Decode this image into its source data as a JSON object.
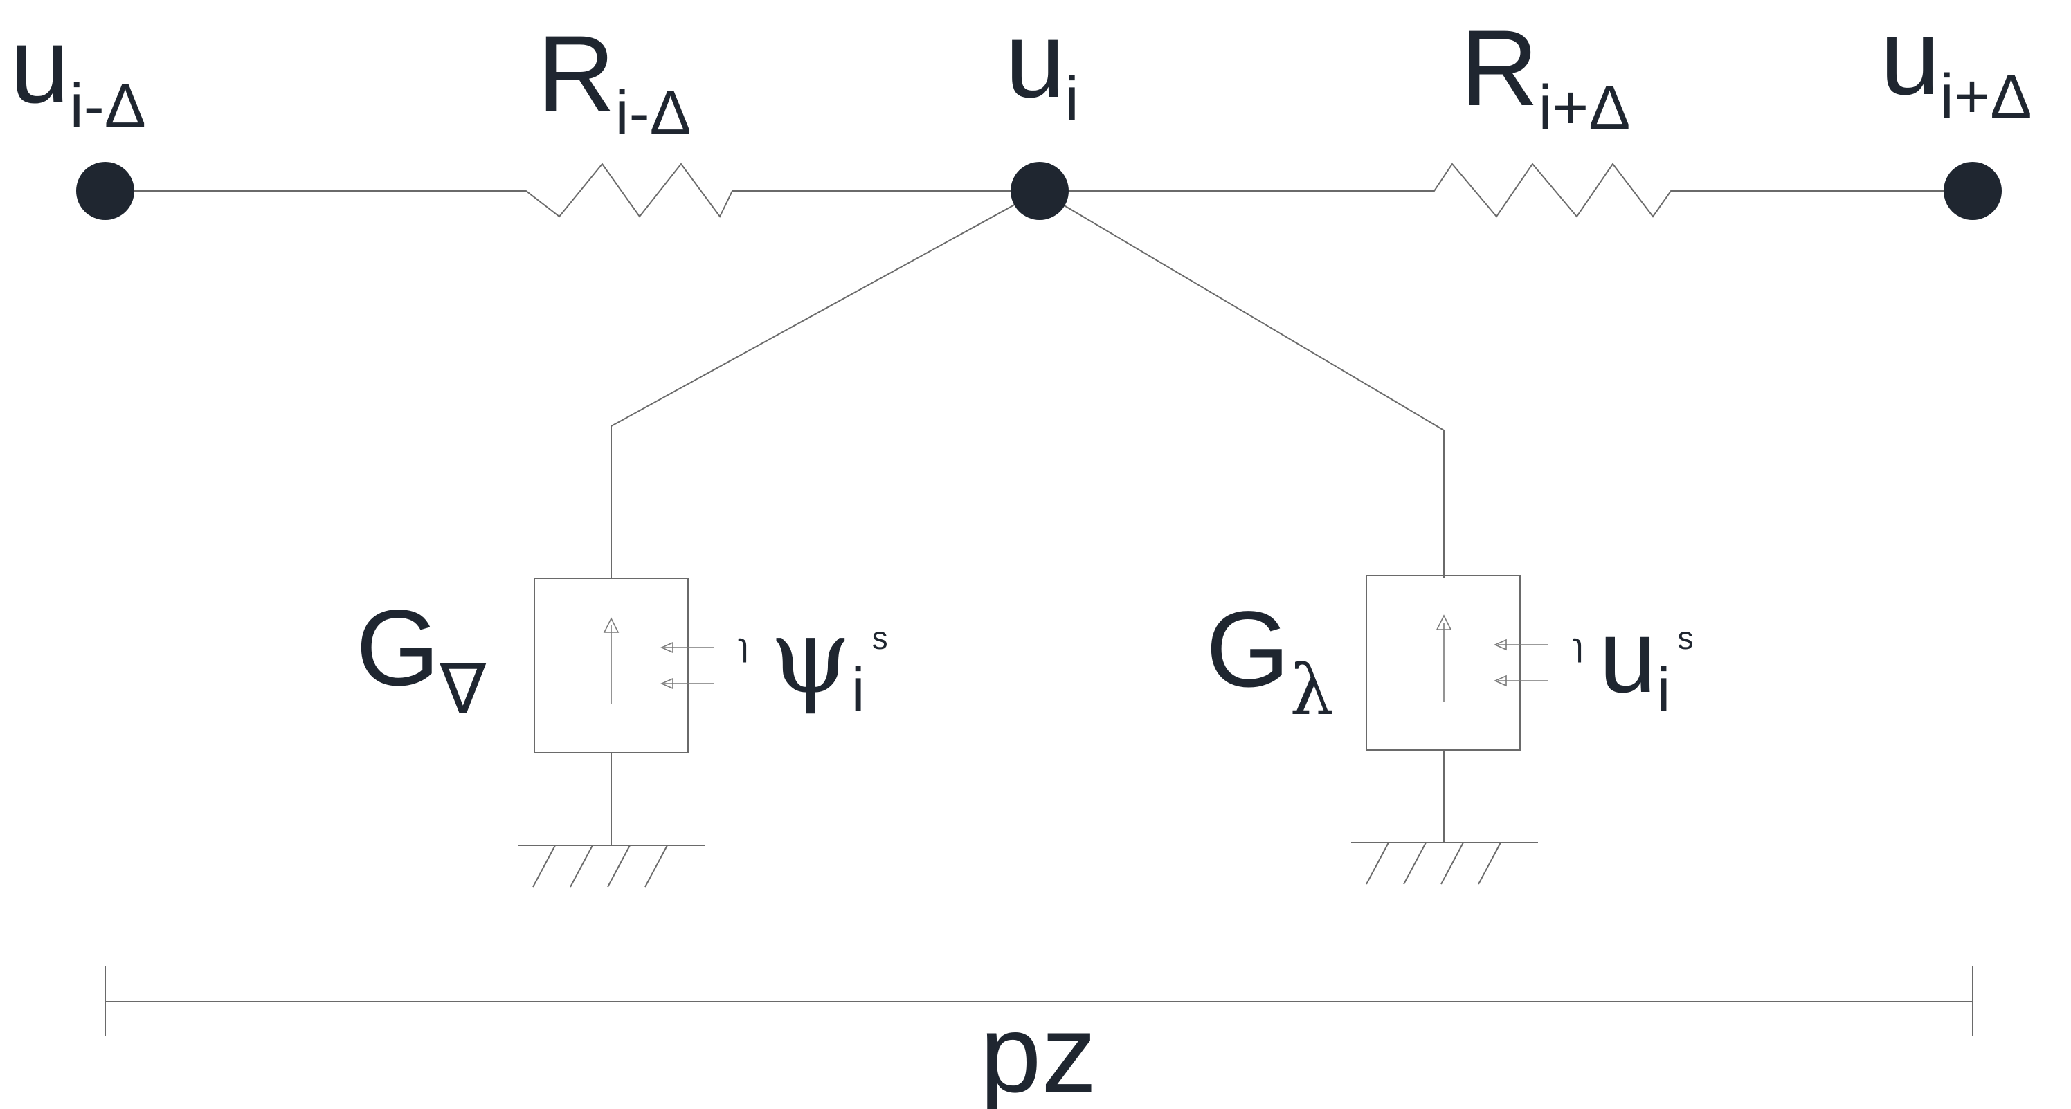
{
  "nodes": {
    "left": {
      "main": "u",
      "sub": "i-Δ"
    },
    "center": {
      "main": "u",
      "sub": "i"
    },
    "right": {
      "main": "u",
      "sub": "i+Δ"
    }
  },
  "resistors": {
    "left": {
      "main": "R",
      "sub": "i-Δ"
    },
    "right": {
      "main": "R",
      "sub": "i+Δ"
    }
  },
  "sources": {
    "left": {
      "gain_main": "G",
      "gain_sub": "∇",
      "pre": "ɿ",
      "input_main": "ψ",
      "input_sub": "i",
      "input_sup": "s"
    },
    "right": {
      "gain_main": "G",
      "gain_sub": "λ",
      "pre": "ɿ",
      "input_main": "u",
      "input_sub": "i",
      "input_sup": "s"
    }
  },
  "dimension": {
    "label": "pz"
  },
  "colors": {
    "ink": "#1f2630",
    "wire": "#6a6a6a"
  }
}
